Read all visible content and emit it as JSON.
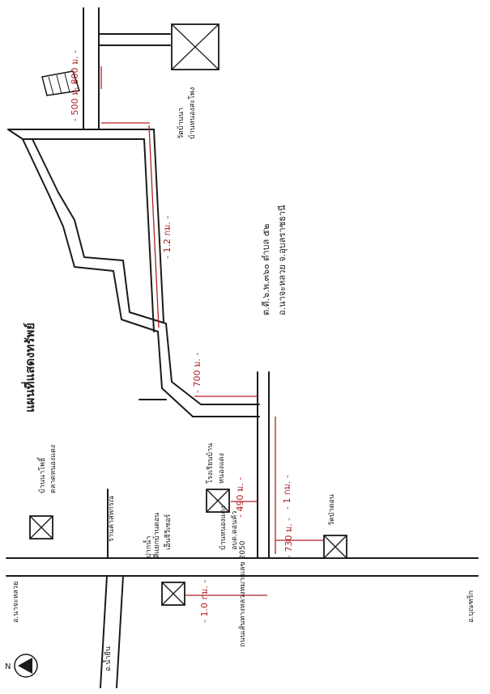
{
  "title": "แผนที่แสดงทรัพย์",
  "property": {
    "line1": "ต.ดี.๖.พ.๓๖๐ ตำบล ๕๒",
    "line2": "อ.นาจะหลวย จ.อุบลราชธานี"
  },
  "distances": {
    "top_left": "- 500 ม. -",
    "top_right": "- 800 ม. -",
    "long_segment": "- 1.2 กม. -",
    "mid_segment": "- 700 ม. -",
    "right_vertical": "- 1 กม. -",
    "small_right": "- 730 ม. -",
    "small_left": "- 490 ม. -",
    "bottom": "- 1.0 กม. -"
  },
  "landmarks": {
    "top_box": "วัดบ้านนา",
    "top_box_sub": "บ้านหนองสะโพง",
    "left_box": "บ้านนาโพธิ์",
    "left_box_sub": "ตลาดหนองแดง",
    "school": "โรงเรียนบ้าน",
    "school_sub": "หนองแดง",
    "shop": "ร้านค้าสหกรณ์",
    "shop_sub": "เอ็นจีวีเซอร์",
    "village_right": "บ้านหนองแดง",
    "village_right_sub": "อบต.ดอนคัว",
    "bottom_junction": "สี่แยกบ้านดอน",
    "bottom_junction_sub": "ปากน้ำ",
    "temple_right": "วัดป่าดอน",
    "road_name": "ถนนเส้นทางหลวงหมายเลข 2050",
    "road_left_end": "อ.นาจะหลวย",
    "road_right_end": "อ.บุณฑริก",
    "road_bottom_end": "อ.น้ำยืน"
  },
  "compass": {
    "north_label": "N"
  }
}
